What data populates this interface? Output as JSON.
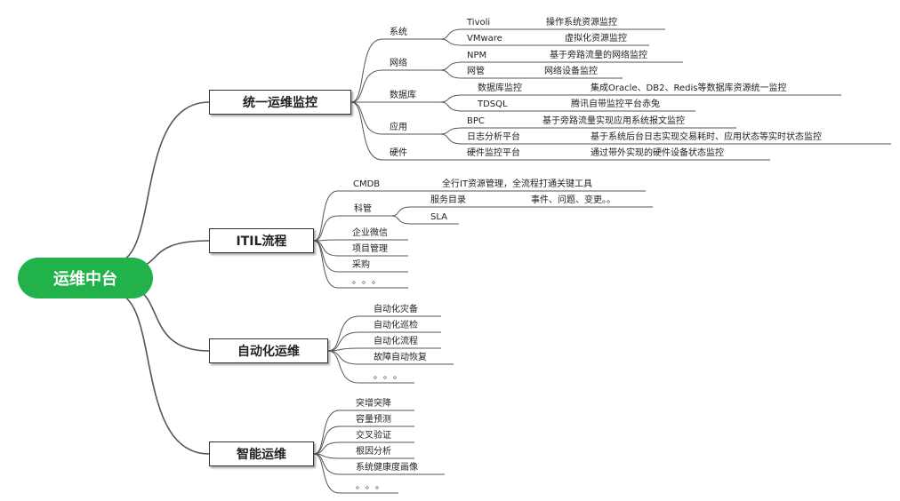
{
  "root": {
    "label": "运维中台"
  },
  "branches": [
    {
      "label": "统一运维监控",
      "groups": [
        {
          "label": "系统",
          "items": [
            {
              "name": "Tivoli",
              "desc": "操作系统资源监控"
            },
            {
              "name": "VMware",
              "desc": "虚拟化资源监控"
            }
          ]
        },
        {
          "label": "网络",
          "items": [
            {
              "name": "NPM",
              "desc": "基于旁路流量的网络监控"
            },
            {
              "name": "网管",
              "desc": "网络设备监控"
            }
          ]
        },
        {
          "label": "数据库",
          "items": [
            {
              "name": "数据库监控",
              "desc": "集成Oracle、DB2、Redis等数据库资源统一监控"
            },
            {
              "name": "TDSQL",
              "desc": "腾讯自带监控平台赤兔"
            }
          ]
        },
        {
          "label": "应用",
          "items": [
            {
              "name": "BPC",
              "desc": "基于旁路流量实现应用系统报文监控"
            },
            {
              "name": "日志分析平台",
              "desc": "基于系统后台日志实现交易耗时、应用状态等实时状态监控"
            }
          ]
        },
        {
          "label": "硬件",
          "items": [
            {
              "name": "硬件监控平台",
              "desc": "通过带外实现的硬件设备状态监控"
            }
          ]
        }
      ]
    },
    {
      "label": "ITIL流程",
      "items": [
        {
          "name": "CMDB",
          "desc": "全行IT资源管理，全流程打通关键工具"
        },
        {
          "name": "科管",
          "children": [
            {
              "name": "服务目录",
              "desc": "事件、问题、变更。。"
            },
            {
              "name": "SLA"
            }
          ]
        },
        {
          "name": "企业微信"
        },
        {
          "name": "项目管理"
        },
        {
          "name": "采购"
        },
        {
          "name": "。。。"
        }
      ]
    },
    {
      "label": "自动化运维",
      "items": [
        "自动化灾备",
        "自动化巡检",
        "自动化流程",
        "故障自动恢复",
        "。。。"
      ]
    },
    {
      "label": "智能运维",
      "items": [
        "突增突降",
        "容量预测",
        "交叉验证",
        "根因分析",
        "系统健康度画像",
        "。。。"
      ]
    }
  ]
}
